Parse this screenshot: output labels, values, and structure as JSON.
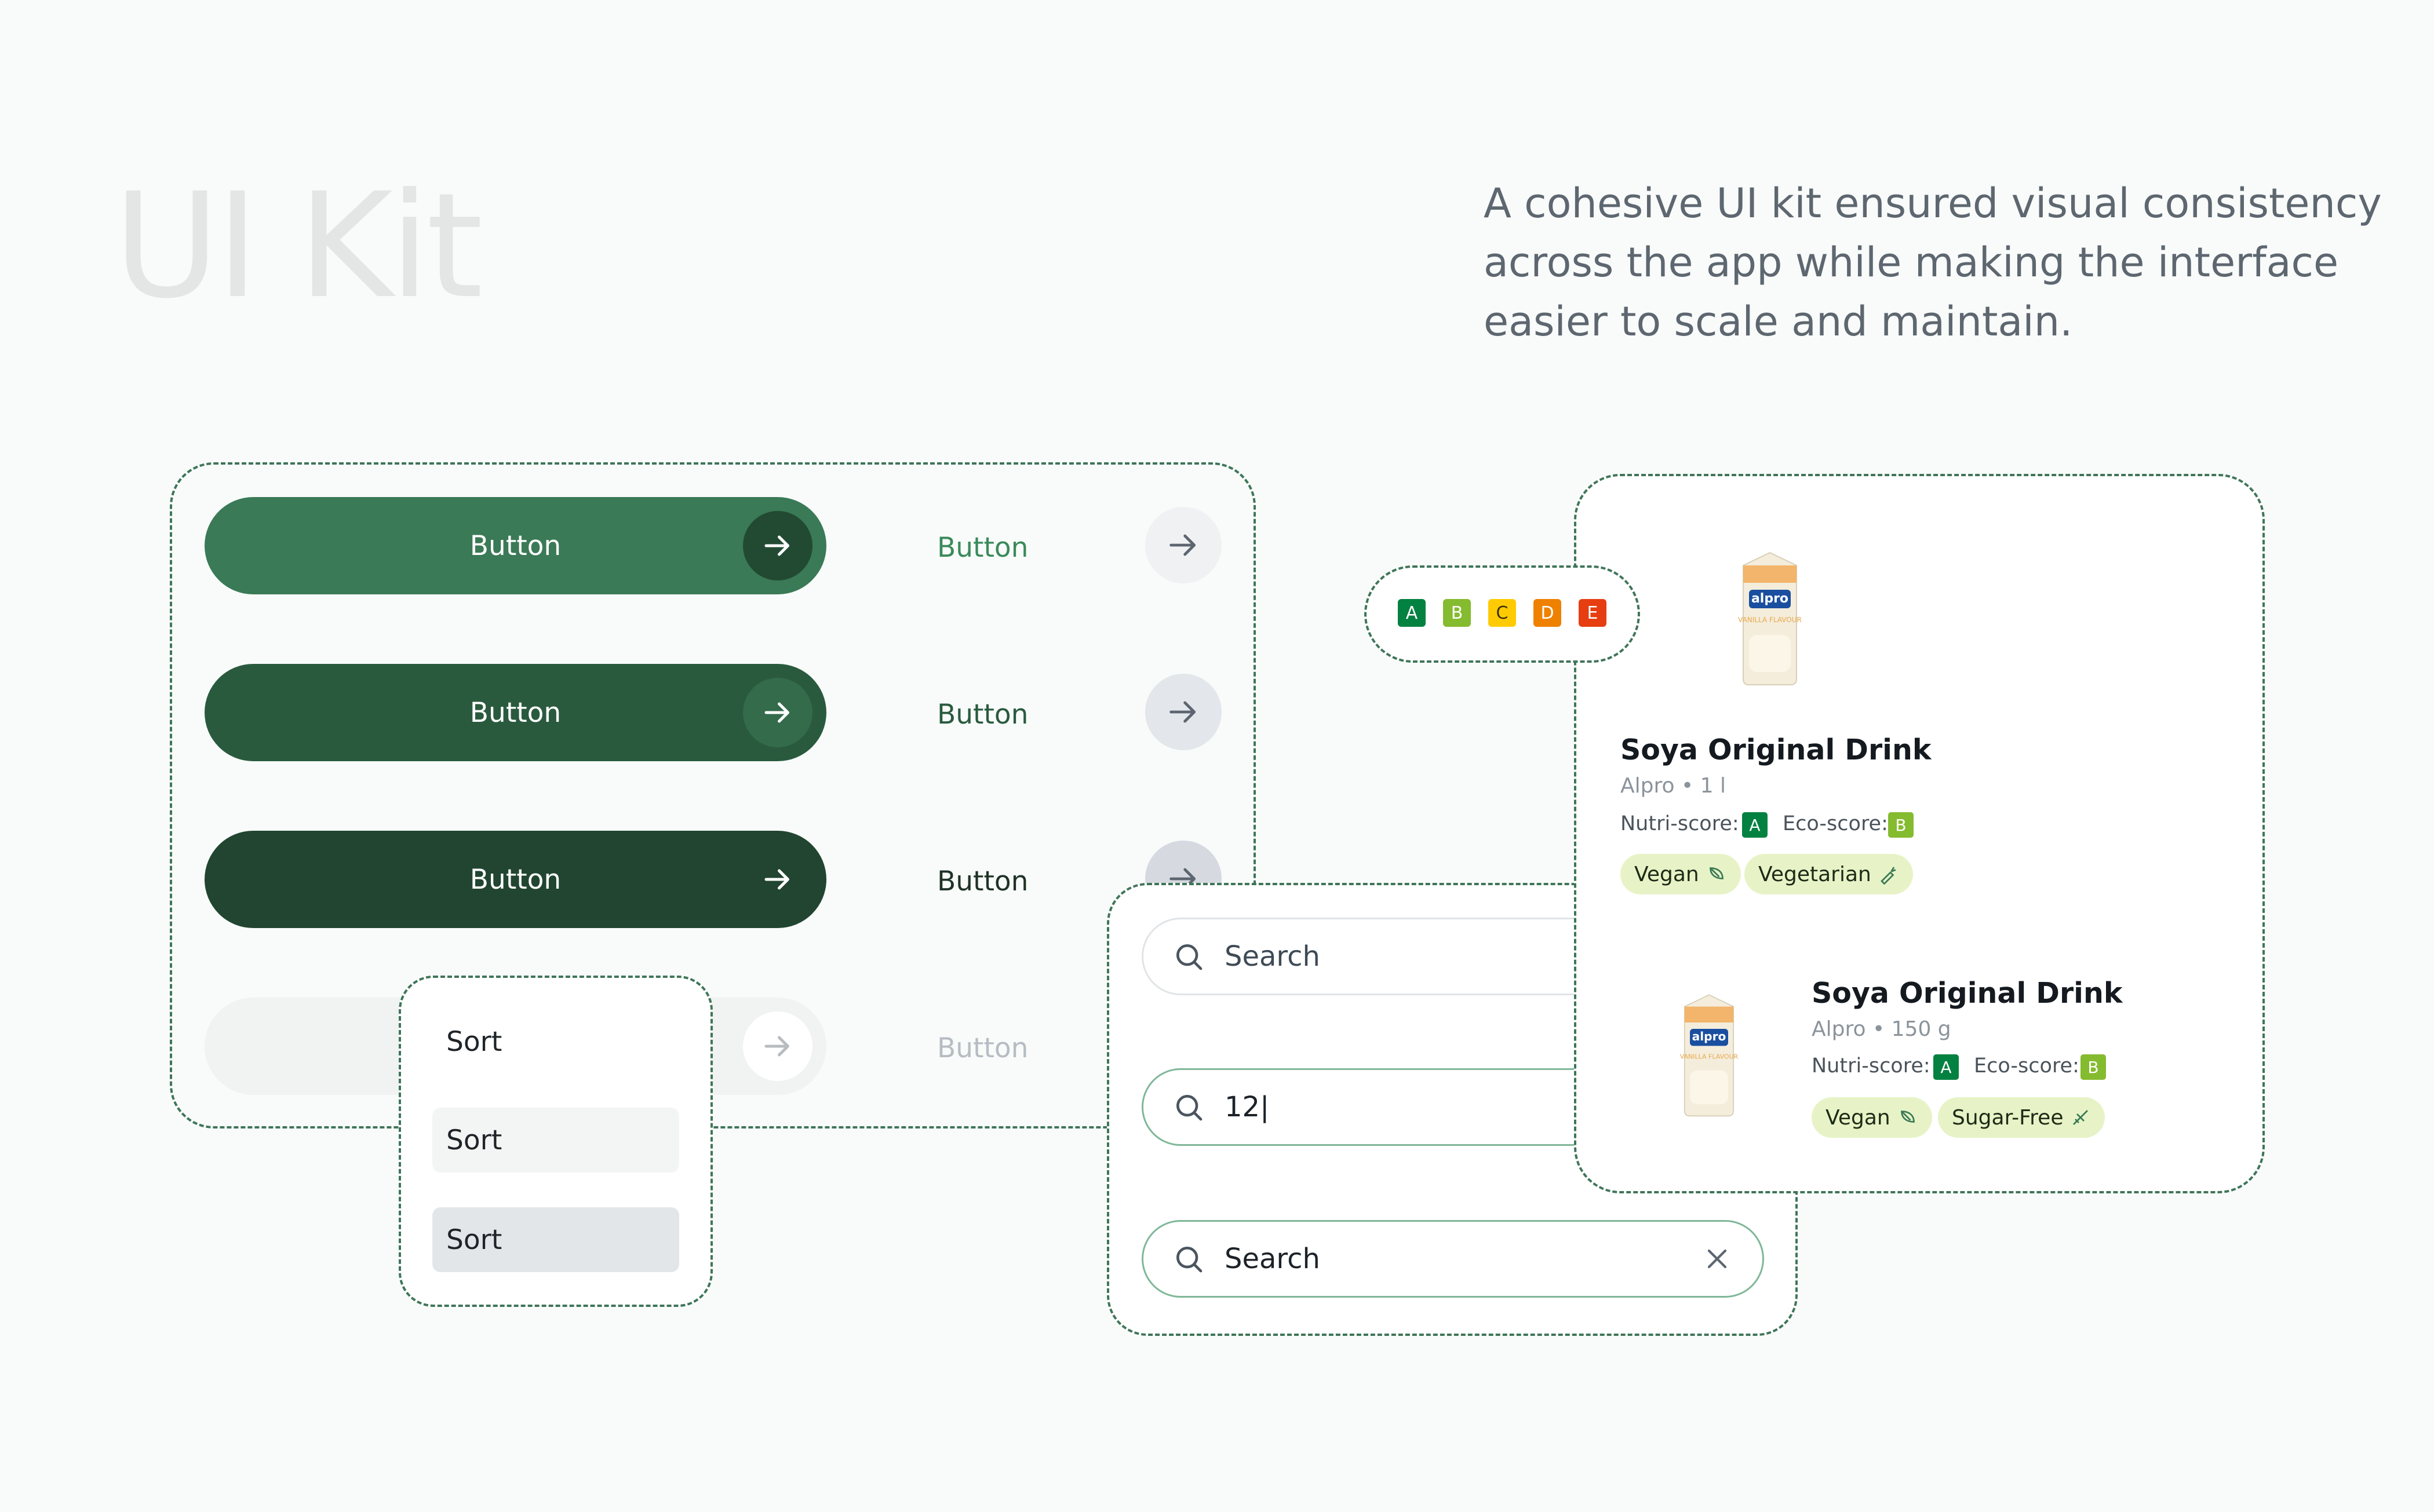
{
  "header": {
    "title": "UI Kit",
    "description": "A cohesive UI kit ensured visual consistency across the app while making the interface easier to scale and maintain."
  },
  "buttons": {
    "primary_label": "Button",
    "text_label": "Button"
  },
  "sort_menu": {
    "items": [
      "Sort",
      "Sort",
      "Sort"
    ]
  },
  "search_fields": {
    "placeholder": "Search",
    "typed_value": "12|",
    "filled_value": "Search"
  },
  "nutri_scale": [
    "A",
    "B",
    "C",
    "D",
    "E"
  ],
  "products": [
    {
      "name": "Soya Original Drink",
      "meta": "Alpro • 1 l",
      "nutri_label": "Nutri-score:",
      "nutri_value": "A",
      "eco_label": "Eco-score:",
      "eco_value": "B",
      "tags": [
        "Vegan",
        "Vegetarian"
      ],
      "brand_mark": "alpro",
      "pack_text": "VANILLA FLAVOUR"
    },
    {
      "name": "Soya Original Drink",
      "meta": "Alpro • 150 g",
      "nutri_label": "Nutri-score:",
      "nutri_value": "A",
      "eco_label": "Eco-score:",
      "eco_value": "B",
      "tags": [
        "Vegan",
        "Sugar-Free"
      ],
      "brand_mark": "alpro",
      "pack_text": "VANILLA FLAVOUR"
    }
  ],
  "colors": {
    "green_1": "#3a7a56",
    "green_2": "#2a5a3e",
    "green_3": "#214530",
    "nutri_a": "#038141",
    "nutri_b": "#85bb2f",
    "nutri_c": "#fecb02",
    "nutri_d": "#ee8100",
    "nutri_e": "#e63e11",
    "tag_bg": "#e7f3c6"
  },
  "icons": [
    "arrow-right-icon",
    "search-icon",
    "close-icon",
    "leaf-icon",
    "carrot-icon",
    "no-sugar-icon"
  ]
}
